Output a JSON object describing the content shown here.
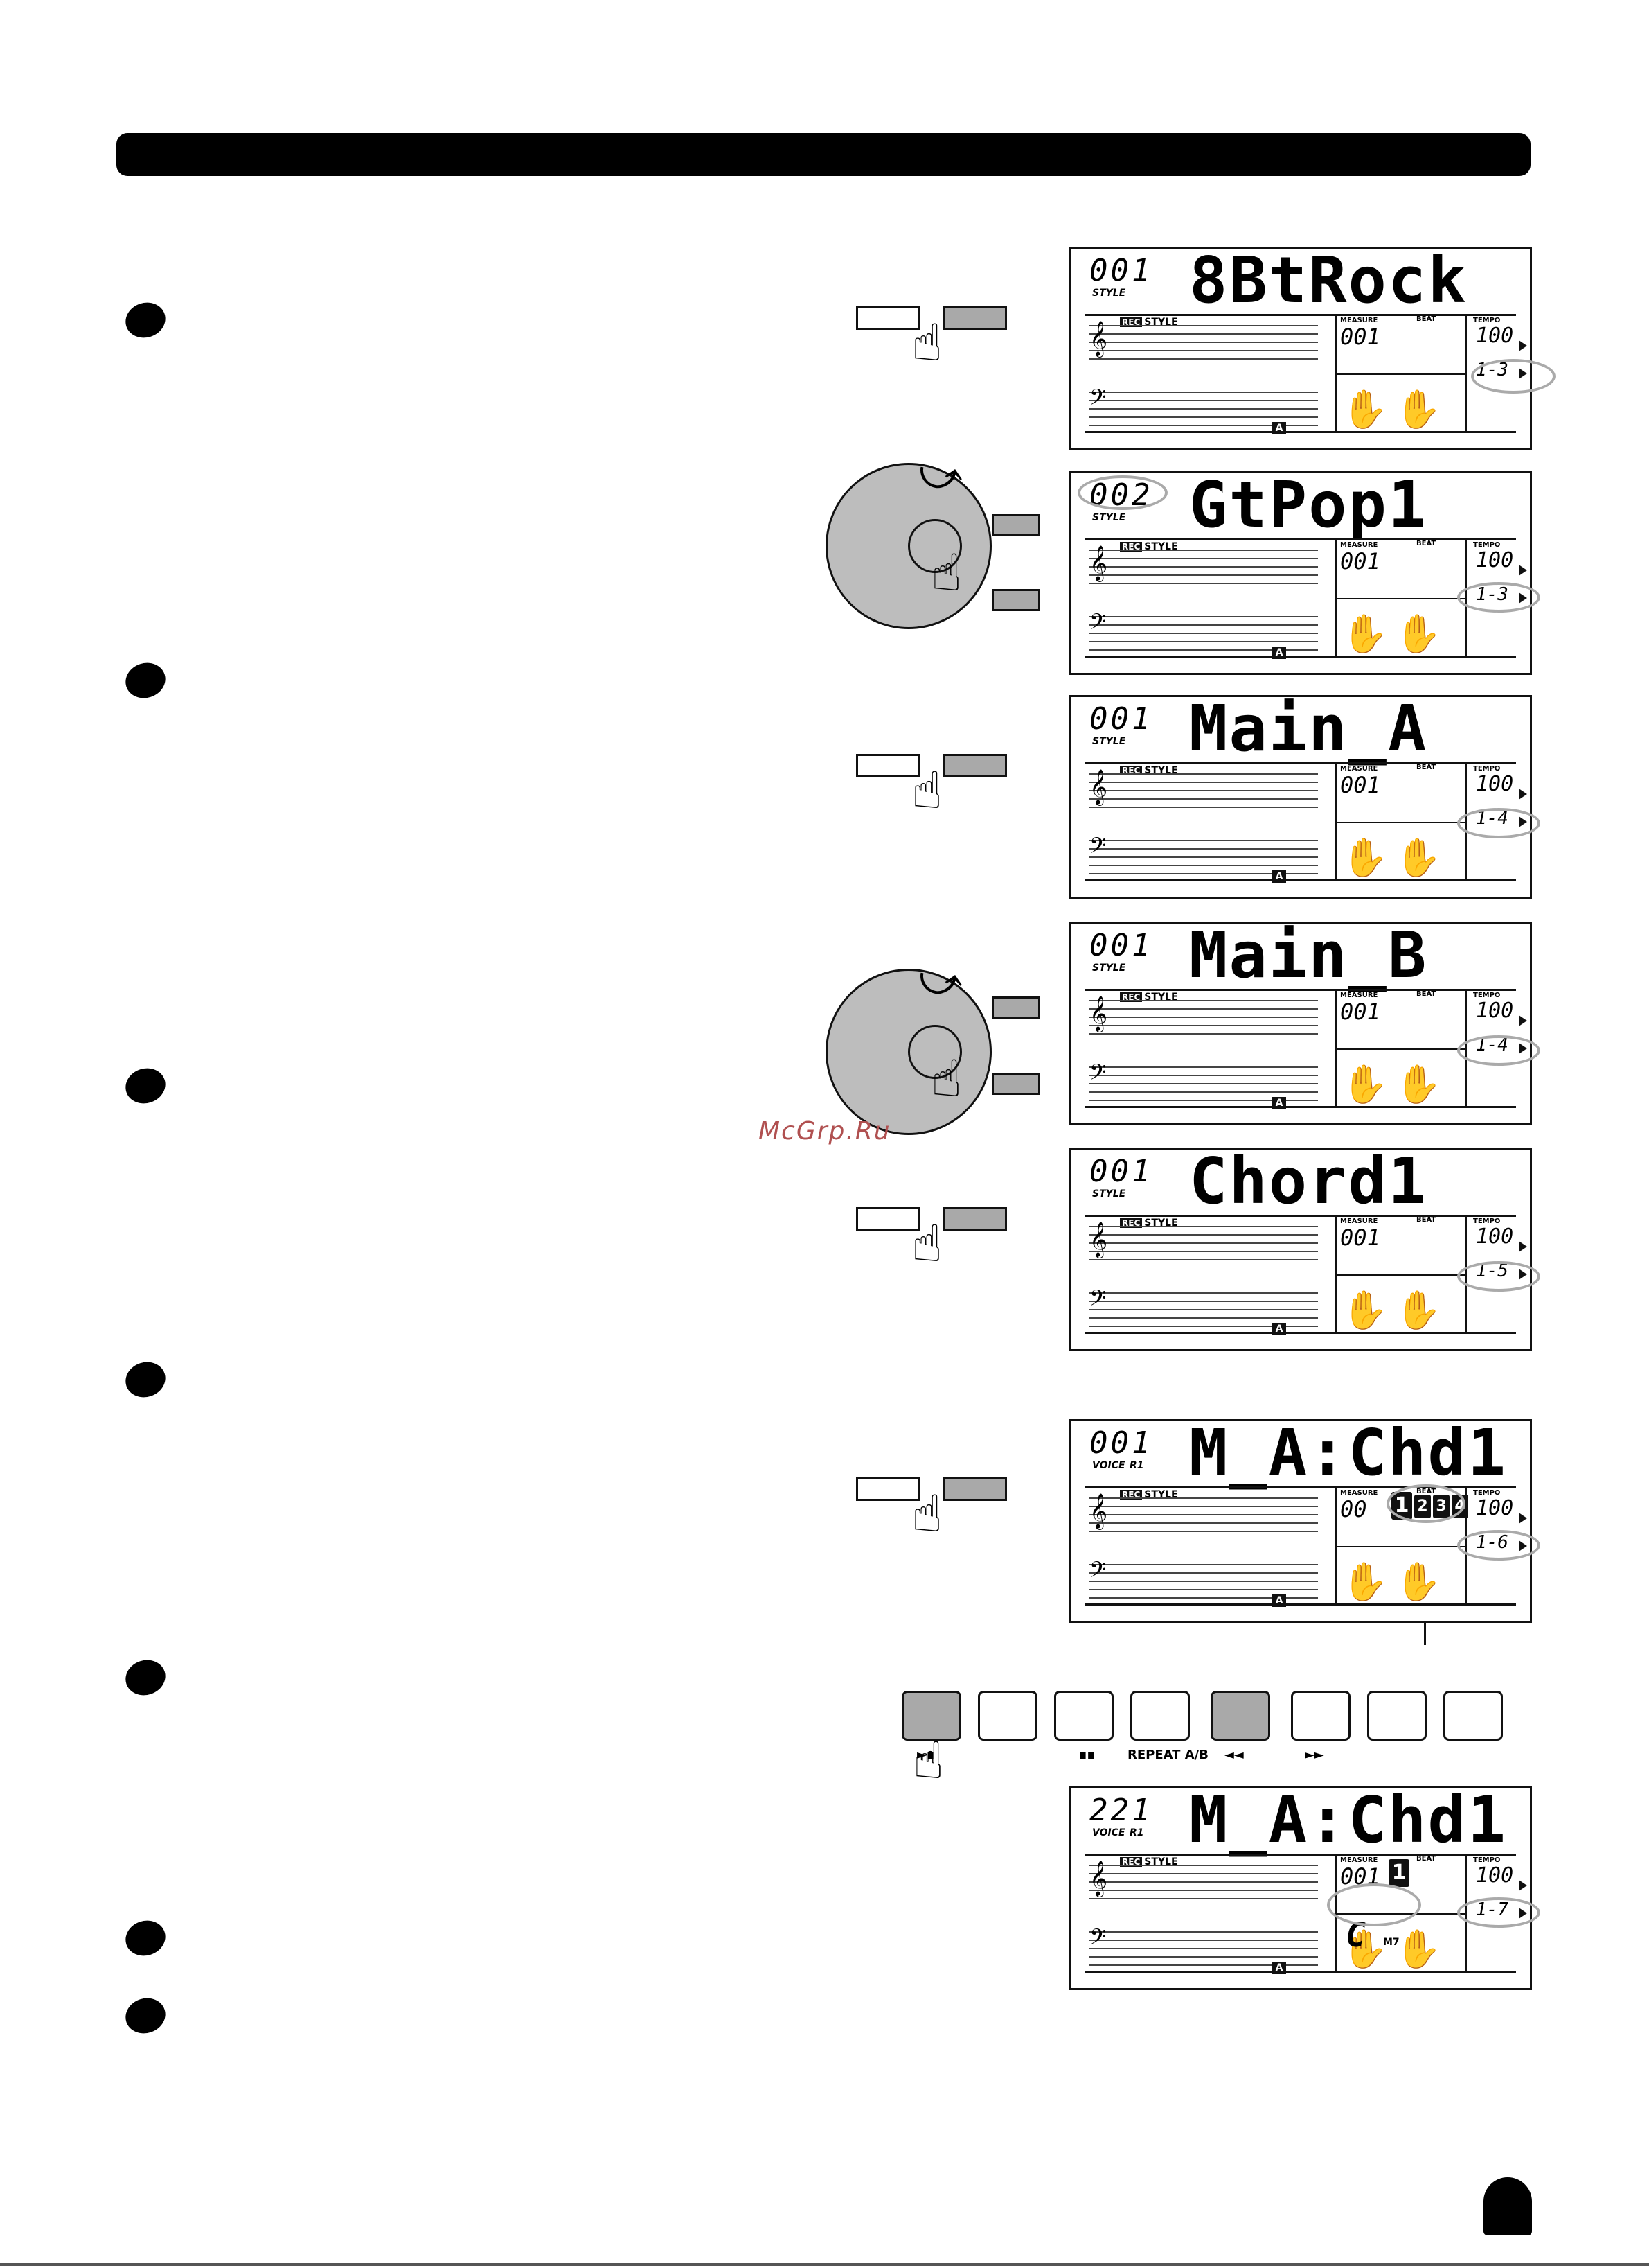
{
  "watermark": "McGrp.Ru",
  "lcd_common": {
    "style_label": "STYLE",
    "voice_label": "VOICE",
    "r1_label": "R1",
    "rec_label": "REC",
    "rec_style_label": "STYLE",
    "measure_label": "MEASURE",
    "beat_label": "BEAT",
    "tempo_label": "TEMPO",
    "tempo_value": "100",
    "measure_value": "001",
    "badge_a": "A"
  },
  "screens": [
    {
      "number": "001",
      "name": "8BtRock",
      "step": "1-3"
    },
    {
      "number": "002",
      "name": "GtPop1",
      "step": "1-3"
    },
    {
      "number": "001",
      "name": "Main_A",
      "step": "1-4"
    },
    {
      "number": "001",
      "name": "Main_B",
      "step": "1-4"
    },
    {
      "number": "001",
      "name": "Chord1",
      "step": "1-5"
    },
    {
      "number": "001",
      "name": "M_A:Chd1",
      "step": "1-6",
      "measure": "00",
      "beats": [
        "1",
        "2",
        "3",
        "4"
      ]
    },
    {
      "number": "221",
      "name": "M_A:Chd1",
      "step": "1-7",
      "measure": "001",
      "beat": "1",
      "chord": "C",
      "chord_type": "M7"
    }
  ],
  "transport": {
    "labels": [
      "►∎",
      "∎∎",
      "REPEAT A/B",
      "◄◄",
      "►►"
    ]
  }
}
